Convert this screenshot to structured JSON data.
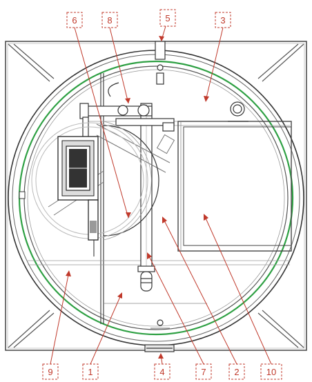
{
  "diagram": {
    "callouts": [
      {
        "id": "c1",
        "label": "1"
      },
      {
        "id": "c2",
        "label": "2"
      },
      {
        "id": "c3",
        "label": "3"
      },
      {
        "id": "c4",
        "label": "4"
      },
      {
        "id": "c5",
        "label": "5"
      },
      {
        "id": "c6",
        "label": "6"
      },
      {
        "id": "c7",
        "label": "7"
      },
      {
        "id": "c8",
        "label": "8"
      },
      {
        "id": "c9",
        "label": "9"
      },
      {
        "id": "c10",
        "label": "10"
      }
    ],
    "colors": {
      "callout": "#c0392b",
      "ring_seal": "#2ea043",
      "line": "#333333",
      "light_line": "#b0b0b0"
    }
  }
}
